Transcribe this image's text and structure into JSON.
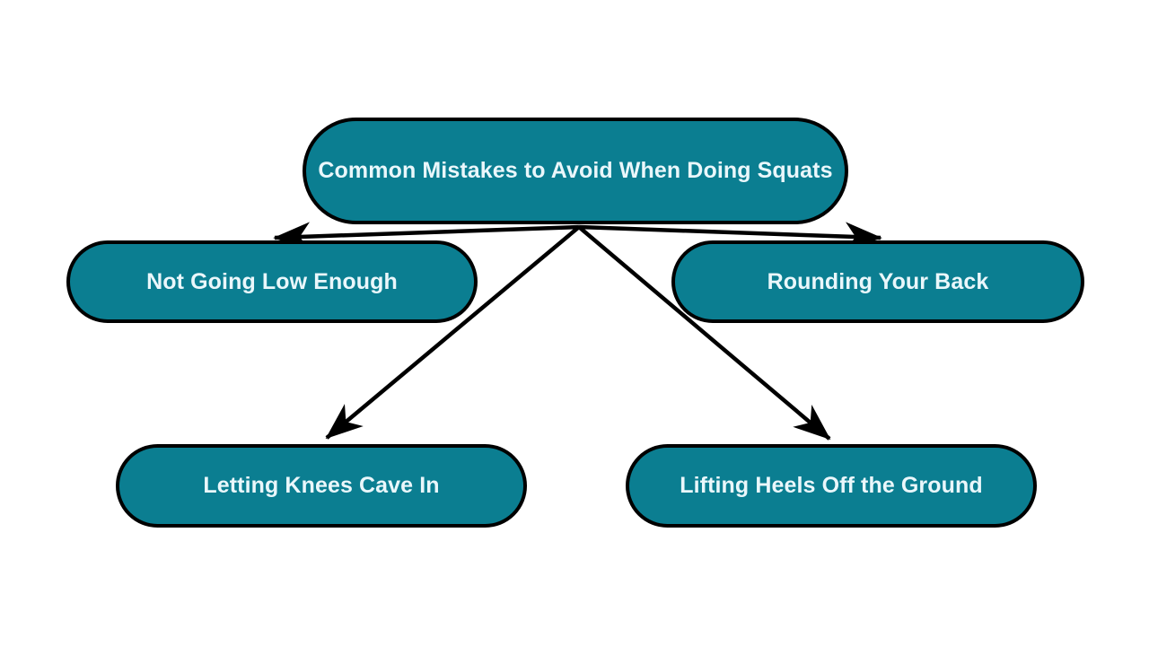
{
  "diagram": {
    "type": "tree-mindmap",
    "background_color": "#ffffff",
    "node_fill_color": "#0b7e91",
    "node_border_color": "#000000",
    "node_text_color": "#eaf7fb",
    "edge_color": "#000000",
    "root": {
      "id": "root",
      "label": "Common Mistakes to Avoid When Doing Squats"
    },
    "children": [
      {
        "id": "low",
        "label": "Not Going Low Enough"
      },
      {
        "id": "back",
        "label": "Rounding Your Back"
      },
      {
        "id": "knees",
        "label": "Letting Knees Cave In"
      },
      {
        "id": "heels",
        "label": "Lifting Heels Off the Ground"
      }
    ],
    "edges": [
      {
        "id": "edge-root-low",
        "from": "root",
        "to": "low",
        "arrow": "arrowhead-left"
      },
      {
        "id": "edge-root-back",
        "from": "root",
        "to": "back",
        "arrow": "arrowhead-right"
      },
      {
        "id": "edge-root-knees",
        "from": "root",
        "to": "knees",
        "arrow": "arrowhead-down-left"
      },
      {
        "id": "edge-root-heels",
        "from": "root",
        "to": "heels",
        "arrow": "arrowhead-down-right"
      }
    ]
  }
}
